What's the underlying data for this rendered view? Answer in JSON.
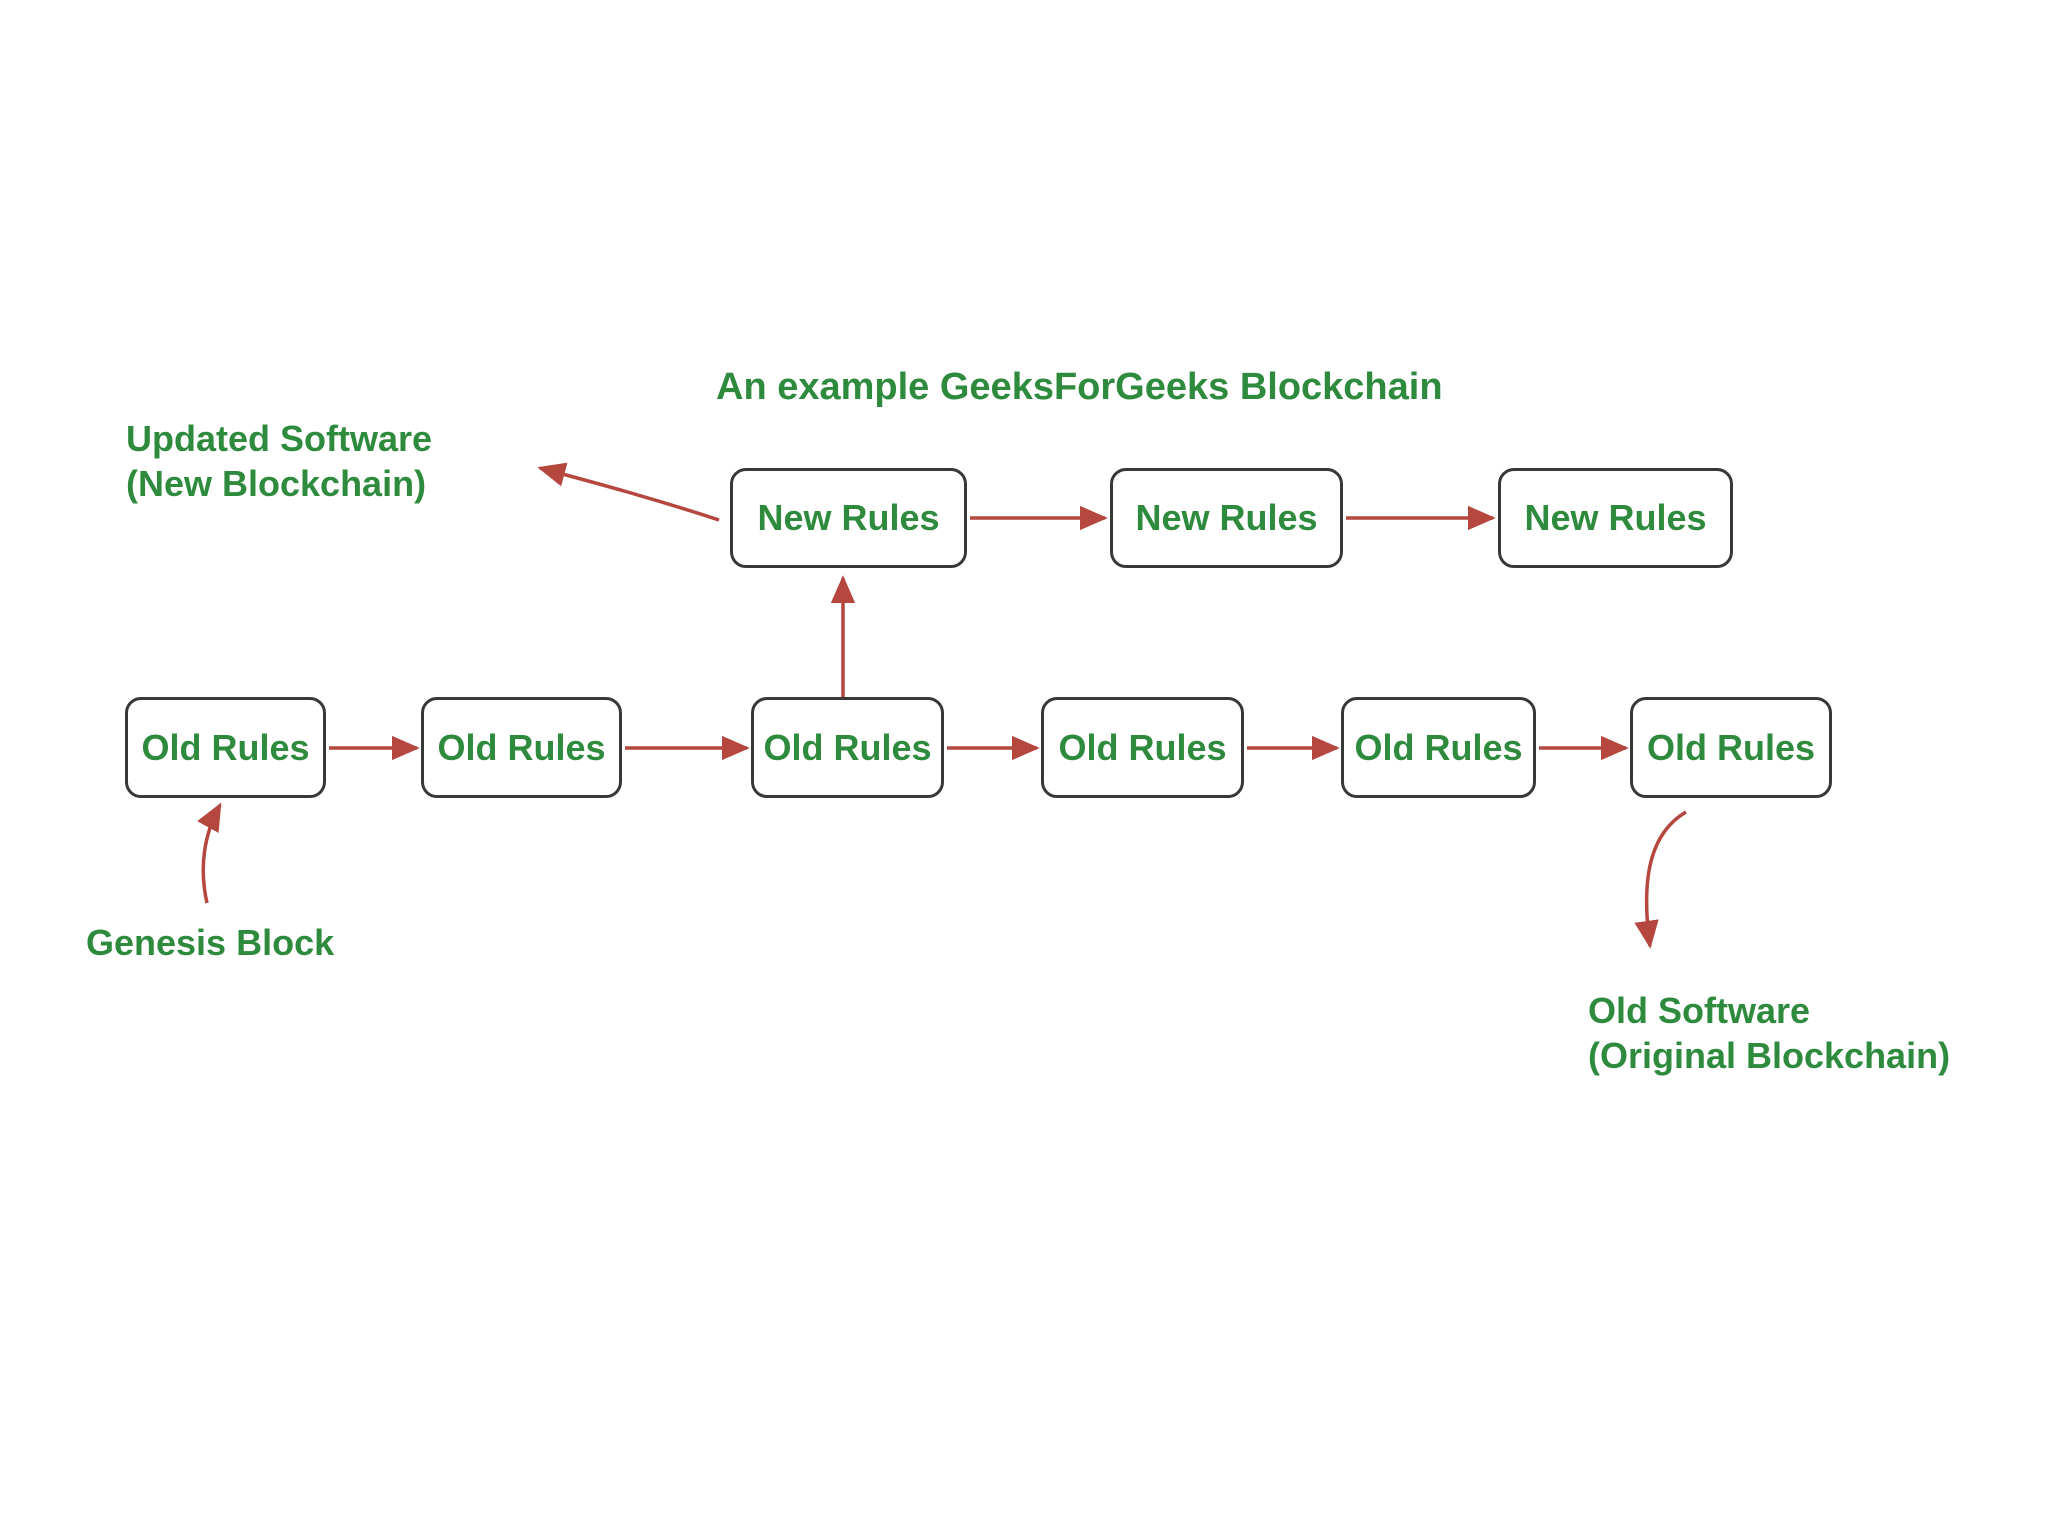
{
  "title": "An example GeeksForGeeks Blockchain",
  "colors": {
    "green": "#2e8b3e",
    "red": "#b5473f",
    "box_border": "#383838",
    "background": "#ffffff"
  },
  "new_chain": {
    "blocks": [
      {
        "label": "New Rules"
      },
      {
        "label": "New Rules"
      },
      {
        "label": "New Rules"
      }
    ]
  },
  "old_chain": {
    "blocks": [
      {
        "label": "Old Rules"
      },
      {
        "label": "Old Rules"
      },
      {
        "label": "Old Rules"
      },
      {
        "label": "Old Rules"
      },
      {
        "label": "Old Rules"
      },
      {
        "label": "Old Rules"
      }
    ]
  },
  "annotations": {
    "updated_software": {
      "line1": "Updated Software",
      "line2": "(New Blockchain)"
    },
    "genesis_block": {
      "label": "Genesis Block"
    },
    "old_software": {
      "line1": "Old Software",
      "line2": "(Original Blockchain)"
    }
  }
}
